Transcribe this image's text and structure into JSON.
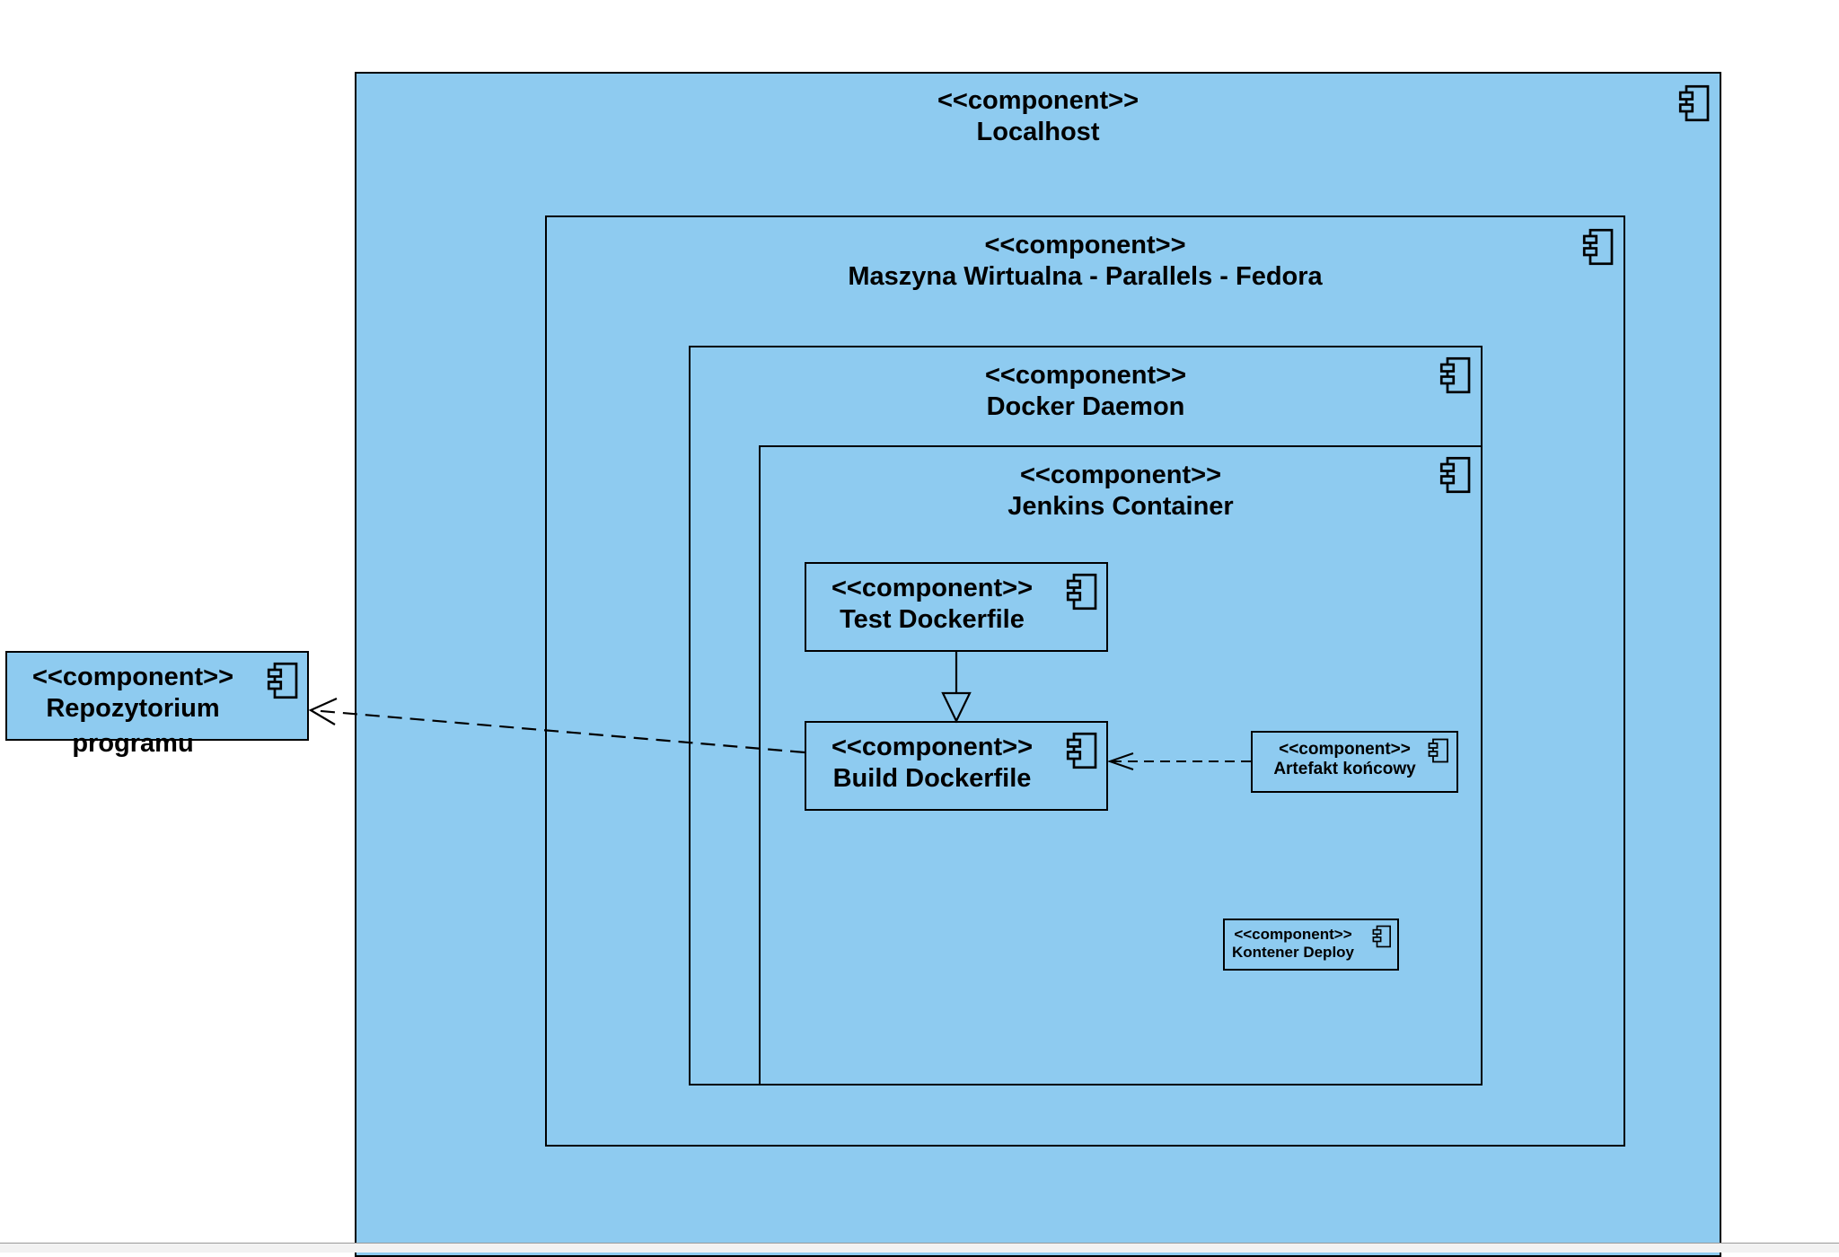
{
  "colors": {
    "fill": "#8ecbf0",
    "stroke": "#000000",
    "background": "#ffffff"
  },
  "icons": {
    "component": "component-icon"
  },
  "components": {
    "localhost": {
      "stereotype": "<<component>>",
      "name": "Localhost"
    },
    "vm": {
      "stereotype": "<<component>>",
      "name": "Maszyna Wirtualna - Parallels - Fedora"
    },
    "docker_daemon": {
      "stereotype": "<<component>>",
      "name": "Docker Daemon"
    },
    "jenkins": {
      "stereotype": "<<component>>",
      "name": "Jenkins Container"
    },
    "test_dockerfile": {
      "stereotype": "<<component>>",
      "name": "Test Dockerfile"
    },
    "build_dockerfile": {
      "stereotype": "<<component>>",
      "name": "Build Dockerfile"
    },
    "artefakt": {
      "stereotype": "<<component>>",
      "name": "Artefakt końcowy"
    },
    "kontener_deploy": {
      "stereotype": "<<component>>",
      "name": "Kontener Deploy"
    },
    "repo": {
      "stereotype": "<<component>>",
      "name_line1": "Repozytorium",
      "name_line2": "programu"
    }
  },
  "relations": [
    {
      "from": "test_dockerfile",
      "to": "build_dockerfile",
      "type": "generalization"
    },
    {
      "from": "build_dockerfile",
      "to": "repo",
      "type": "dependency"
    },
    {
      "from": "artefakt",
      "to": "build_dockerfile",
      "type": "dependency"
    }
  ]
}
